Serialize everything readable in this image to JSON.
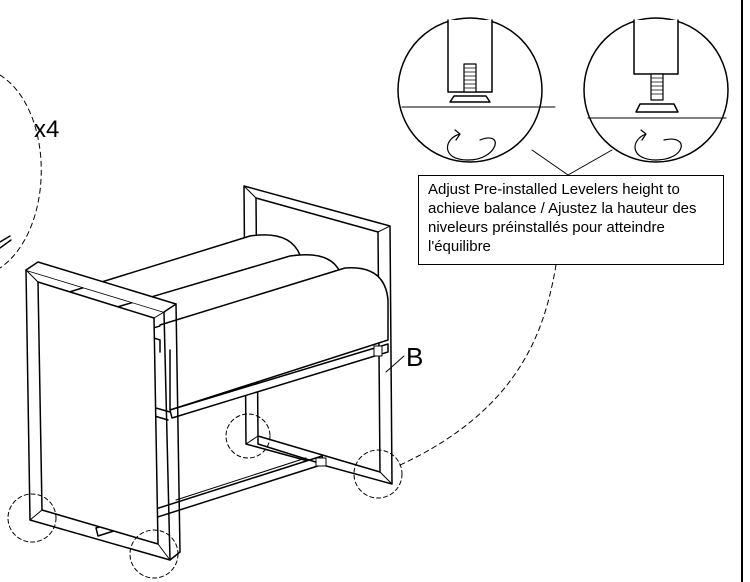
{
  "callout": {
    "instruction": "Adjust Pre-installed Levelers height to achieve balance / Ajustez la hauteur des niveleurs préinstallés pour atteindre l'équilibre"
  },
  "labels": {
    "quantity": "x4",
    "part": "B"
  },
  "icons": {
    "rotate_counterclockwise": "rotate-ccw-arrow-icon",
    "rotate_clockwise": "rotate-cw-arrow-icon"
  },
  "colors": {
    "ink": "#000000",
    "paper": "#ffffff"
  }
}
